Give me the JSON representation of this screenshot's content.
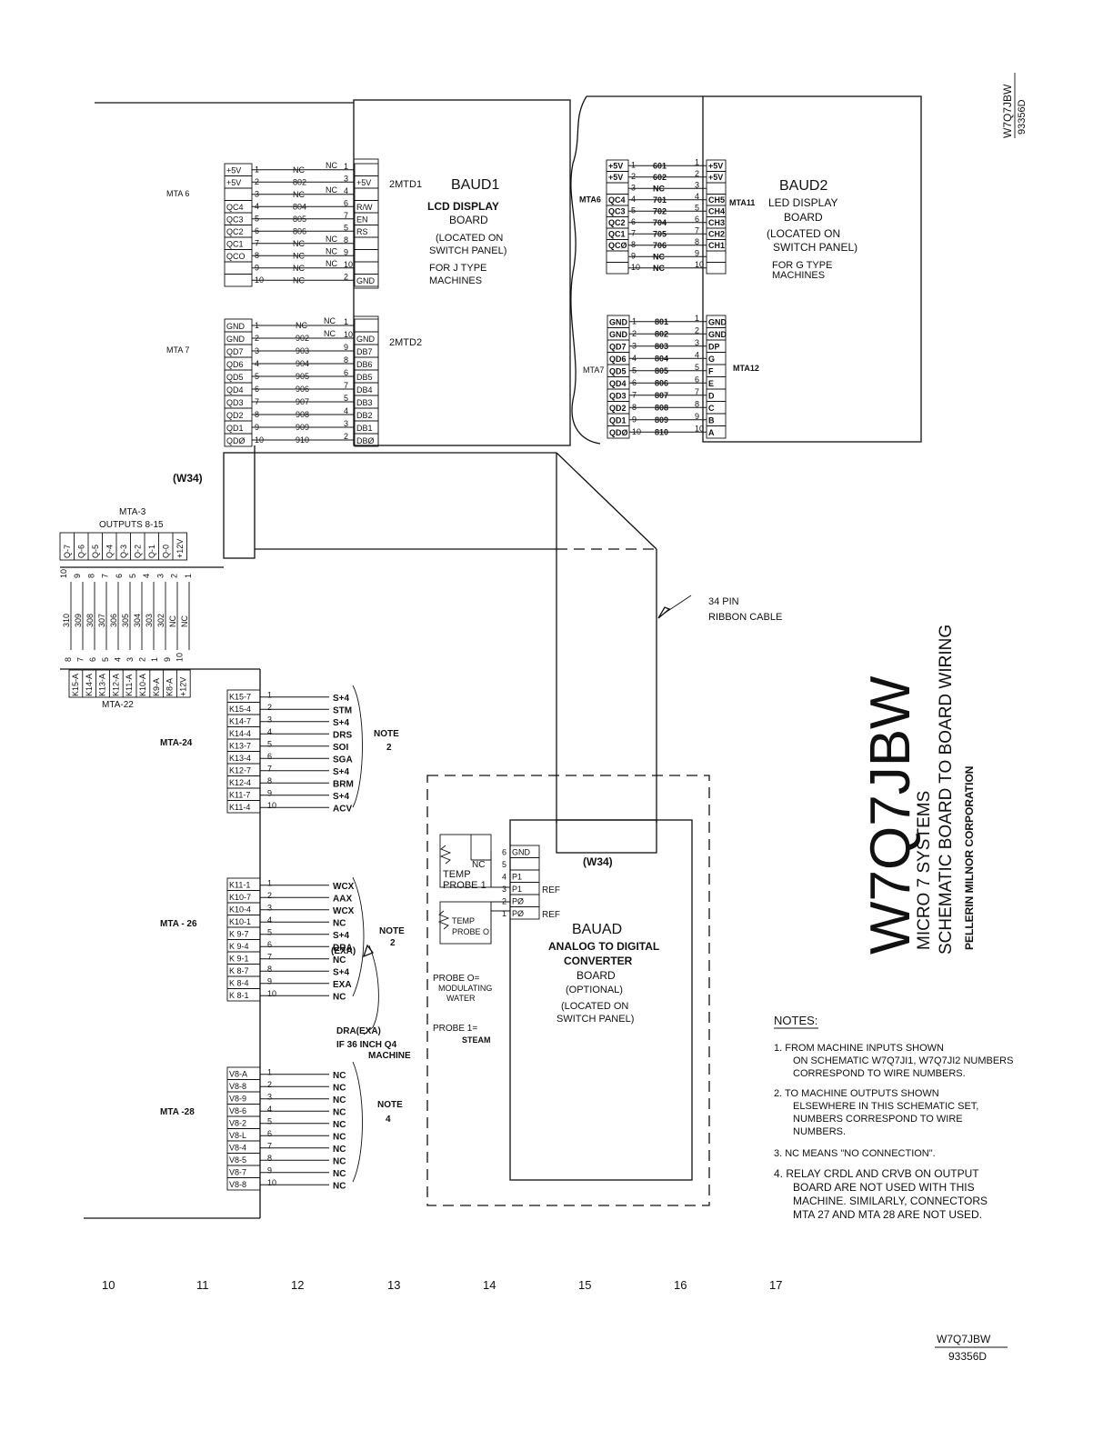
{
  "corner_code": {
    "line1": "W7Q7JBW",
    "line2": "93356D"
  },
  "footer_code": {
    "line1": "W7Q7JBW",
    "line2": "93356D"
  },
  "grid_numbers": [
    "10",
    "11",
    "12",
    "13",
    "14",
    "15",
    "16",
    "17"
  ],
  "baud1": {
    "title": "BAUD1",
    "l1": "LCD DISPLAY",
    "l2": "BOARD",
    "l3": "(LOCATED ON",
    "l4": "SWITCH PANEL)",
    "l5": "FOR J TYPE",
    "l6": "MACHINES",
    "conn_top": "2MTD1",
    "conn_bottom": "2MTD2"
  },
  "baud2": {
    "title": "BAUD2",
    "l1": "LED DISPLAY",
    "l2": "BOARD",
    "l3": "(LOCATED ON",
    "l4": "SWITCH PANEL)",
    "l5": "FOR G TYPE",
    "l6": "MACHINES",
    "conn_top": "MTA11",
    "conn_bottom": "MTA12"
  },
  "mta6_left": {
    "label": "MTA 6",
    "slots": [
      "+5V",
      "+5V",
      "",
      "QC4",
      "QC3",
      "QC2",
      "QC1",
      "QCO",
      "",
      ""
    ],
    "wires": [
      "NC",
      "802",
      "NC",
      "804",
      "805",
      "806",
      "NC",
      "NC",
      "NC",
      "NC"
    ],
    "right_pins": [
      "1",
      "3",
      "4",
      "6",
      "7",
      "5",
      "8",
      "9",
      "10",
      "2"
    ],
    "right_slots": [
      "",
      "+5V",
      "",
      "R/W",
      "EN",
      "RS",
      "",
      "",
      "",
      "GND"
    ],
    "right_nc": [
      "NC",
      "",
      "NC",
      "",
      "",
      "",
      "NC",
      "NC",
      "NC",
      ""
    ]
  },
  "mta7_left": {
    "label": "MTA 7",
    "slots": [
      "GND",
      "GND",
      "QD7",
      "QD6",
      "QD5",
      "QD4",
      "QD3",
      "QD2",
      "QD1",
      "QDØ"
    ],
    "wires": [
      "NC",
      "902",
      "903",
      "904",
      "905",
      "906",
      "907",
      "908",
      "909",
      "910"
    ],
    "right_pins": [
      "1",
      "10",
      "9",
      "8",
      "6",
      "7",
      "5",
      "4",
      "3",
      "2"
    ],
    "right_slots": [
      "",
      "GND",
      "DB7",
      "DB6",
      "DB5",
      "DB4",
      "DB3",
      "DB2",
      "DB1",
      "DBØ"
    ],
    "right_nc": [
      "NC",
      "NC",
      "",
      "",
      "",
      "",
      "",
      "",
      "",
      ""
    ]
  },
  "mta6_right": {
    "label": "MTA6",
    "slots": [
      "+5V",
      "+5V",
      "",
      "QC4",
      "QC3",
      "QC2",
      "QC1",
      "QCØ",
      "",
      ""
    ],
    "wires": [
      "601",
      "602",
      "NC",
      "701",
      "702",
      "704",
      "705",
      "706",
      "NC",
      "NC"
    ],
    "right_pins": [
      "1",
      "2",
      "3",
      "4",
      "5",
      "6",
      "7",
      "8",
      "9",
      "10"
    ],
    "right_slots": [
      "+5V",
      "+5V",
      "",
      "CH5",
      "CH4",
      "CH3",
      "CH2",
      "CH1",
      "",
      ""
    ]
  },
  "mta7_right": {
    "label": "MTA7",
    "slots": [
      "GND",
      "GND",
      "QD7",
      "QD6",
      "QD5",
      "QD4",
      "QD3",
      "QD2",
      "QD1",
      "QDØ"
    ],
    "wires": [
      "801",
      "802",
      "803",
      "804",
      "805",
      "806",
      "807",
      "808",
      "809",
      "810"
    ],
    "right_pins": [
      "1",
      "2",
      "3",
      "4",
      "5",
      "6",
      "7",
      "8",
      "9",
      "10"
    ],
    "right_slots": [
      "GND",
      "GND",
      "DP",
      "G",
      "F",
      "E",
      "D",
      "C",
      "B",
      "A"
    ]
  },
  "w34_top": "(W34)",
  "w34_bottom": "(W34)",
  "mta3": {
    "title1": "MTA-3",
    "title2": "OUTPUTS 8-15",
    "slots": [
      "Q-7",
      "Q-6",
      "Q-5",
      "Q-4",
      "Q-3",
      "Q-2",
      "Q-1",
      "Q-0",
      "+12V"
    ],
    "pins": [
      "10",
      "9",
      "8",
      "7",
      "6",
      "5",
      "4",
      "3",
      "2",
      "1"
    ],
    "wires": [
      "310",
      "309",
      "308",
      "307",
      "306",
      "305",
      "304",
      "303",
      "302",
      "NC",
      "NC"
    ]
  },
  "mta22": {
    "label": "MTA-22",
    "slots": [
      "K15-A",
      "K14-A",
      "K13-A",
      "K12-A",
      "K11-A",
      "K10-A",
      "K9-A",
      "K8-A",
      "+12V"
    ],
    "pins": [
      "8",
      "7",
      "6",
      "5",
      "4",
      "3",
      "2",
      "1",
      "9",
      "10"
    ]
  },
  "mta24": {
    "label": "MTA-24",
    "slots": [
      "K15-7",
      "K15-4",
      "K14-7",
      "K14-4",
      "K13-7",
      "K13-4",
      "K12-7",
      "K12-4",
      "K11-7",
      "K11-4"
    ],
    "signals": [
      "S+4",
      "STM",
      "S+4",
      "DRS",
      "SOI",
      "SGA",
      "S+4",
      "BRM",
      "S+4",
      "ACV"
    ],
    "note": "NOTE",
    "note_num": "2"
  },
  "mta26": {
    "label": "MTA - 26",
    "slots": [
      "K11-1",
      "K10-7",
      "K10-4",
      "K10-1",
      "K 9-7",
      "K 9-4",
      "K 9-1",
      "K 8-7",
      "K 8-4",
      "K 8-1"
    ],
    "signals": [
      "WCX",
      "AAX",
      "WCX",
      "NC",
      "S+4",
      "DRA",
      "NC",
      "S+4",
      "EXA",
      "NC"
    ],
    "exa": "(EXA)",
    "note": "NOTE",
    "note_num": "2",
    "callout1": "DRA(EXA)",
    "callout2": "IF 36 INCH Q4",
    "callout3": "MACHINE"
  },
  "mta28": {
    "label": "MTA -28",
    "slots": [
      "V8-A",
      "V8-8",
      "V8-9",
      "V8-6",
      "V8-2",
      "V8-L",
      "V8-4",
      "V8-5",
      "V8-7",
      "V8-8"
    ],
    "signals": [
      "NC",
      "NC",
      "NC",
      "NC",
      "NC",
      "NC",
      "NC",
      "NC",
      "NC",
      "NC"
    ],
    "note": "NOTE",
    "note_num": "4"
  },
  "ribbon": {
    "l1": "34 PIN",
    "l2": "RIBBON CABLE"
  },
  "bauad": {
    "title": "BAUAD",
    "l1": "ANALOG TO DIGITAL",
    "l2": "CONVERTER",
    "l3": "BOARD",
    "l4": "(OPTIONAL)",
    "l5": "(LOCATED ON",
    "l6": "SWITCH PANEL)",
    "pins": [
      "6",
      "5",
      "4",
      "3",
      "2",
      "1"
    ],
    "slots": [
      "GND",
      "",
      "P1",
      "P1",
      "PØ",
      "PØ"
    ],
    "ref": "REF",
    "nc": "NC",
    "probe1_a": "TEMP",
    "probe1_b": "PROBE 1",
    "probe0_a": "TEMP",
    "probe0_b": "PROBE O",
    "p0_1": "PROBE O=",
    "p0_2": "MODULATING",
    "p0_3": "WATER",
    "p1_1": "PROBE 1=",
    "p1_2": "STEAM"
  },
  "title_block": {
    "big": "W7Q7JBW",
    "l1": "MICRO 7 SYSTEMS",
    "l2": "SCHEMATIC BOARD TO BOARD WIRING",
    "l3": "PELLERIN MILNOR CORPORATION"
  },
  "notes": {
    "heading": "NOTES:",
    "n1a": "1.  FROM MACHINE INPUTS SHOWN",
    "n1b": "ON SCHEMATIC W7Q7JI1, W7Q7JI2 NUMBERS",
    "n1c": "CORRESPOND TO WIRE NUMBERS.",
    "n2a": "2.  TO MACHINE OUTPUTS SHOWN",
    "n2b": "ELSEWHERE IN THIS SCHEMATIC SET,",
    "n2c": "NUMBERS CORRESPOND TO WIRE",
    "n2d": "NUMBERS.",
    "n3a": "3.  NC MEANS \"NO CONNECTION\".",
    "n4a": "4.  RELAY CRDL AND CRVB ON OUTPUT",
    "n4b": "BOARD ARE NOT USED WITH THIS",
    "n4c": "MACHINE. SIMILARLY, CONNECTORS",
    "n4d": "MTA 27 AND MTA 28 ARE NOT USED."
  }
}
